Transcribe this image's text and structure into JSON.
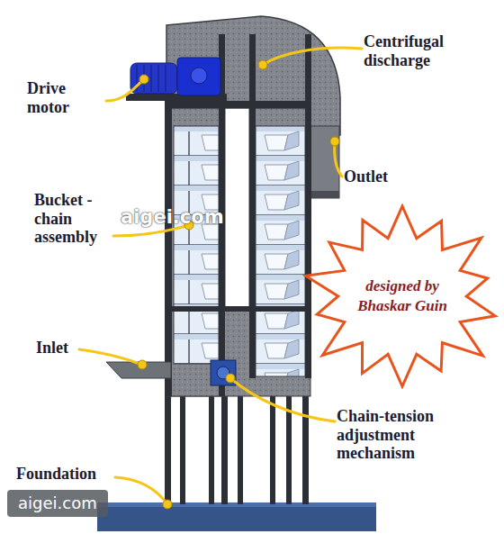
{
  "diagram": {
    "nodes": [
      {
        "text": [
          "designed by Bhaskar Guin"
        ]
      }
    ],
    "labels": [
      "Drive motor",
      "Centrifugal discharge",
      "Outlet",
      "Bucket - chain assembly",
      "Inlet",
      "Chain-tension adjustment mechanism",
      "Foundation",
      "aigei.com",
      "aigei.com"
    ]
  }
}
